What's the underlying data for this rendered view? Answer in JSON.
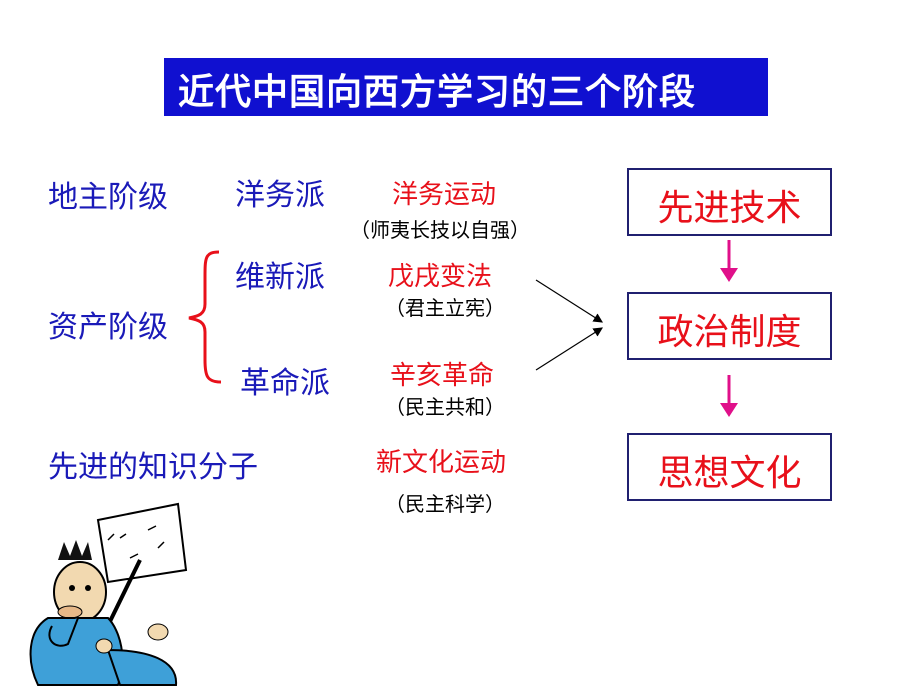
{
  "title": "近代中国向西方学习的三个阶段",
  "classes": {
    "landlord": "地主阶级",
    "bourgeois": "资产阶级",
    "intellectuals": "先进的知识分子"
  },
  "factions": {
    "westernization": "洋务派",
    "reform": "维新派",
    "revolution": "革命派"
  },
  "movements": {
    "westernization": {
      "name": "洋务运动",
      "slogan": "（师夷长技以自强）"
    },
    "reform": {
      "name": "戊戌变法",
      "slogan": "（君主立宪）"
    },
    "revolution": {
      "name": "辛亥革命",
      "slogan": "（民主共和）"
    },
    "new_culture": {
      "name": "新文化运动",
      "slogan": "（民主科学）"
    }
  },
  "stages": [
    "先进技术",
    "政治制度",
    "思想文化"
  ],
  "colors": {
    "title_bg": "#1010d0",
    "class_text": "#1a1ab8",
    "movement_text": "#e8101a",
    "arrow_down": "#e0108a"
  }
}
